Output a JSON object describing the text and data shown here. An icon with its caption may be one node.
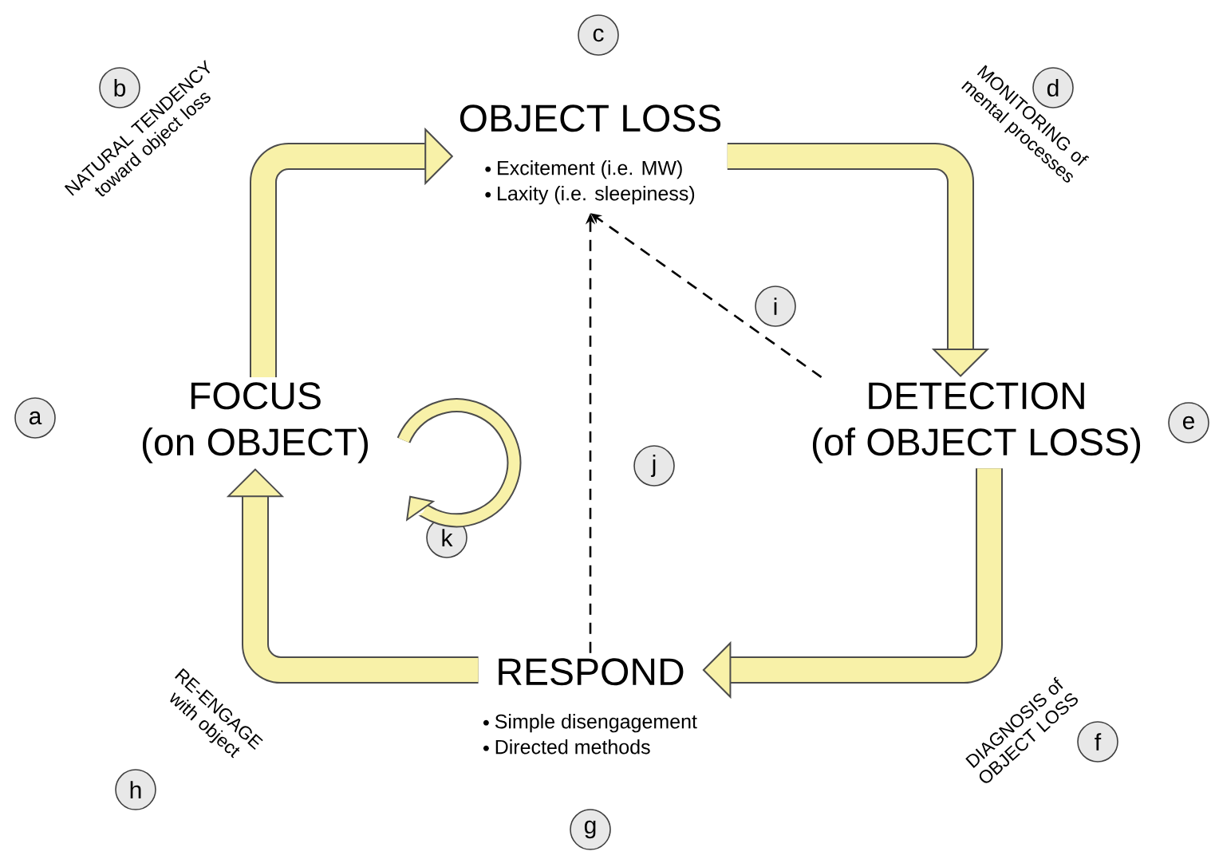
{
  "diagram": {
    "nodes": [
      {
        "text": [
          "FOCUS",
          "(on OBJECT)"
        ]
      },
      {
        "text": [
          "OBJECT LOSS",
          "Excitement (i.e. MW)",
          "Laxity (i.e. sleepiness)"
        ]
      },
      {
        "text": [
          "DETECTION",
          "(of OBJECT LOSS)"
        ]
      },
      {
        "text": [
          "RESPOND",
          "Simple disengagement",
          "Directed methods"
        ]
      },
      {
        "text": [
          "a"
        ]
      },
      {
        "text": [
          "b"
        ]
      },
      {
        "text": [
          "c"
        ]
      },
      {
        "text": [
          "d"
        ]
      },
      {
        "text": [
          "e"
        ]
      },
      {
        "text": [
          "f"
        ]
      },
      {
        "text": [
          "g"
        ]
      },
      {
        "text": [
          "h"
        ]
      },
      {
        "text": [
          "i"
        ]
      },
      {
        "text": [
          "j"
        ]
      },
      {
        "text": [
          "k"
        ]
      }
    ],
    "edges": [
      {
        "from": 0,
        "to": 1,
        "arrow": "to",
        "label": "NATURAL TENDENCY toward object loss"
      },
      {
        "from": 1,
        "to": 2,
        "arrow": "to",
        "label": "MONITORING of mental processes"
      },
      {
        "from": 2,
        "to": 3,
        "arrow": "to",
        "label": "DIAGNOSIS of OBJECT LOSS"
      },
      {
        "from": 3,
        "to": 0,
        "arrow": "to",
        "label": "RE-ENGAGE with object"
      },
      {
        "from": 3,
        "to": 1,
        "arrow": "to",
        "style": "dashed",
        "color": "#000000"
      },
      {
        "from": 2,
        "to": 1,
        "arrow": "to",
        "style": "dashed",
        "color": "#000000"
      }
    ]
  }
}
